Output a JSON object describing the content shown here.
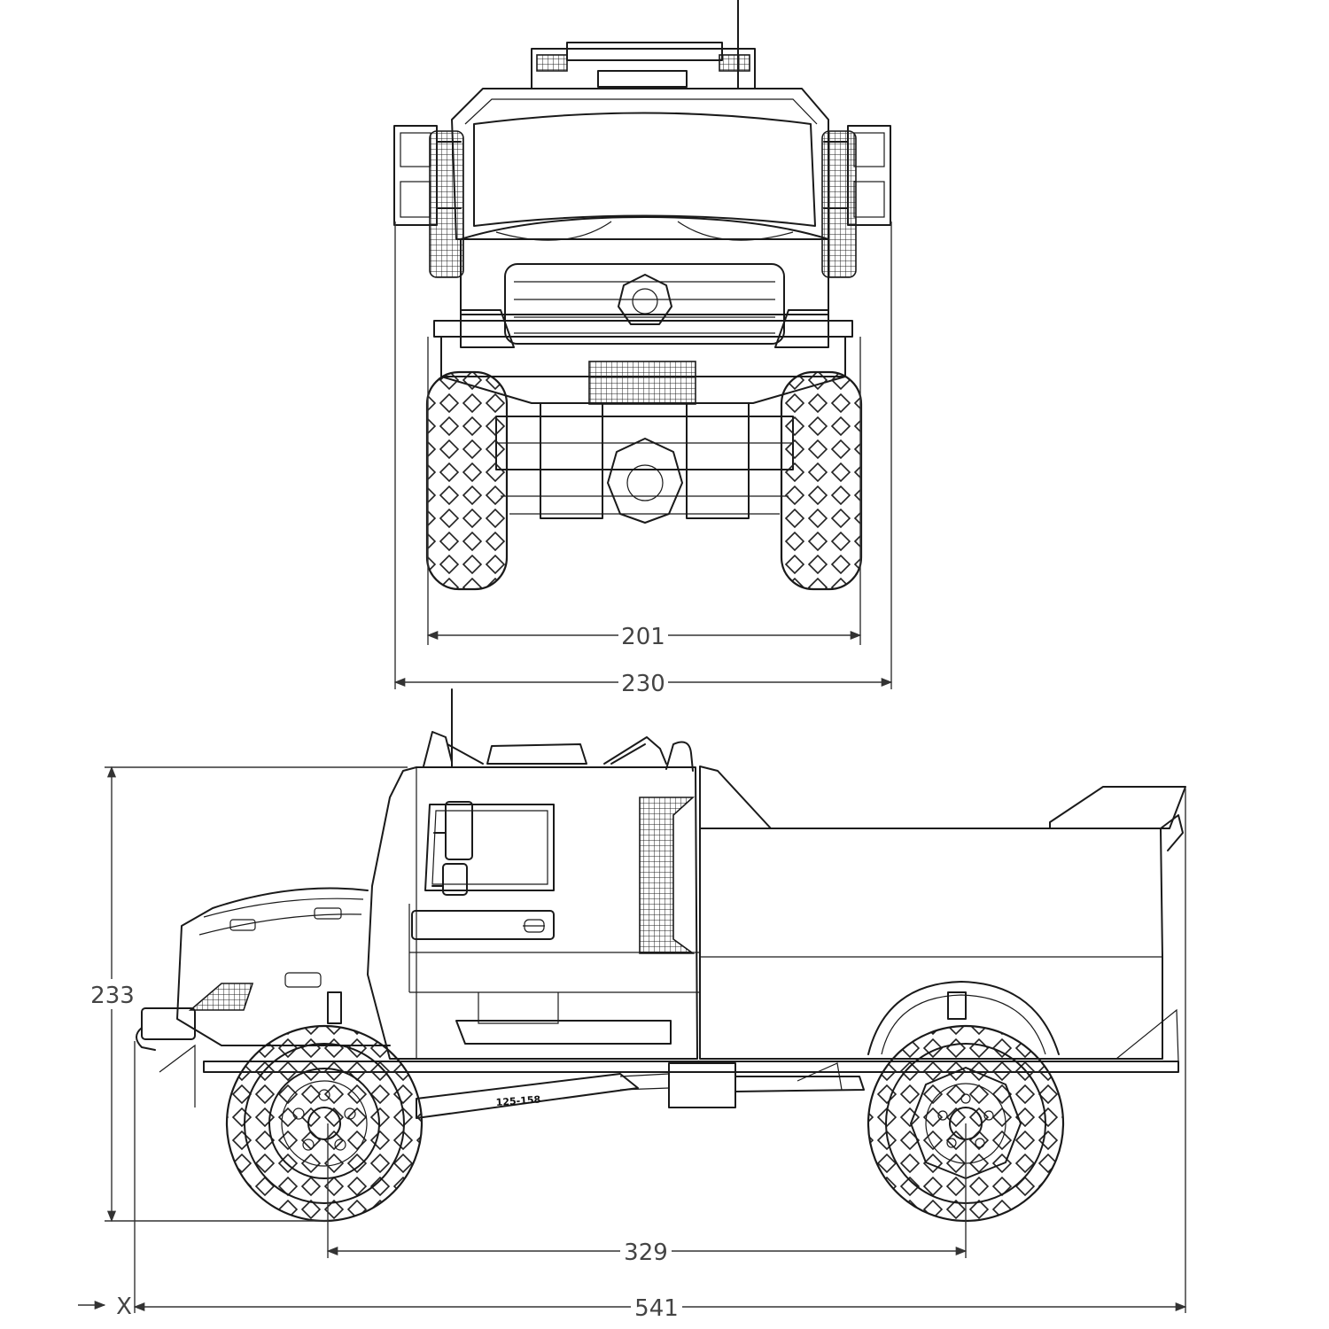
{
  "dimensions": {
    "front_track": "201",
    "front_width": "230",
    "height": "233",
    "wheelbase": "329",
    "length": "541"
  },
  "labels": {
    "shock_spec": "125-158",
    "origin_marker": "X"
  },
  "colors": {
    "line": "#1a1a1a",
    "dimension": "#444444",
    "background": "#ffffff"
  }
}
